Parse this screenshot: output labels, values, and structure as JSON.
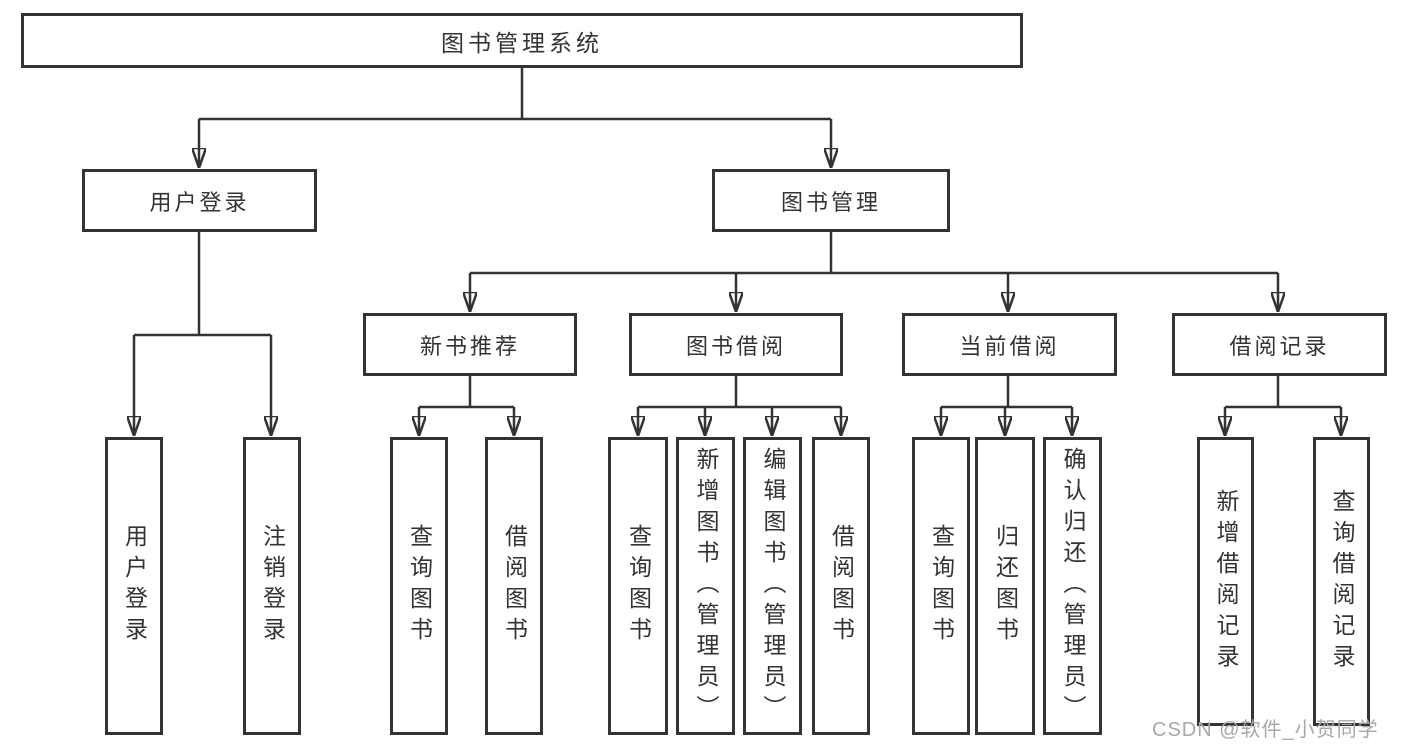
{
  "diagram_title": "图书管理系统",
  "tree": {
    "label": "图书管理系统",
    "children": [
      {
        "label": "用户登录",
        "children": [
          {
            "label": "用户登录"
          },
          {
            "label": "注销登录"
          }
        ]
      },
      {
        "label": "图书管理",
        "children": [
          {
            "label": "新书推荐",
            "children": [
              {
                "label": "查询图书"
              },
              {
                "label": "借阅图书"
              }
            ]
          },
          {
            "label": "图书借阅",
            "children": [
              {
                "label": "查询图书"
              },
              {
                "label": "新增图书（管理员）"
              },
              {
                "label": "编辑图书（管理员）"
              },
              {
                "label": "借阅图书"
              }
            ]
          },
          {
            "label": "当前借阅",
            "children": [
              {
                "label": "查询图书"
              },
              {
                "label": "归还图书"
              },
              {
                "label": "确认归还（管理员）"
              }
            ]
          },
          {
            "label": "借阅记录",
            "children": [
              {
                "label": "新增借阅记录"
              },
              {
                "label": "查询借阅记录"
              }
            ]
          }
        ]
      }
    ]
  },
  "watermark": "CSDN @软件_小贺同学",
  "colors": {
    "border": "#333333",
    "line": "#333333",
    "text": "#333333",
    "watermark": "#a8a8a8",
    "background": "#ffffff"
  }
}
